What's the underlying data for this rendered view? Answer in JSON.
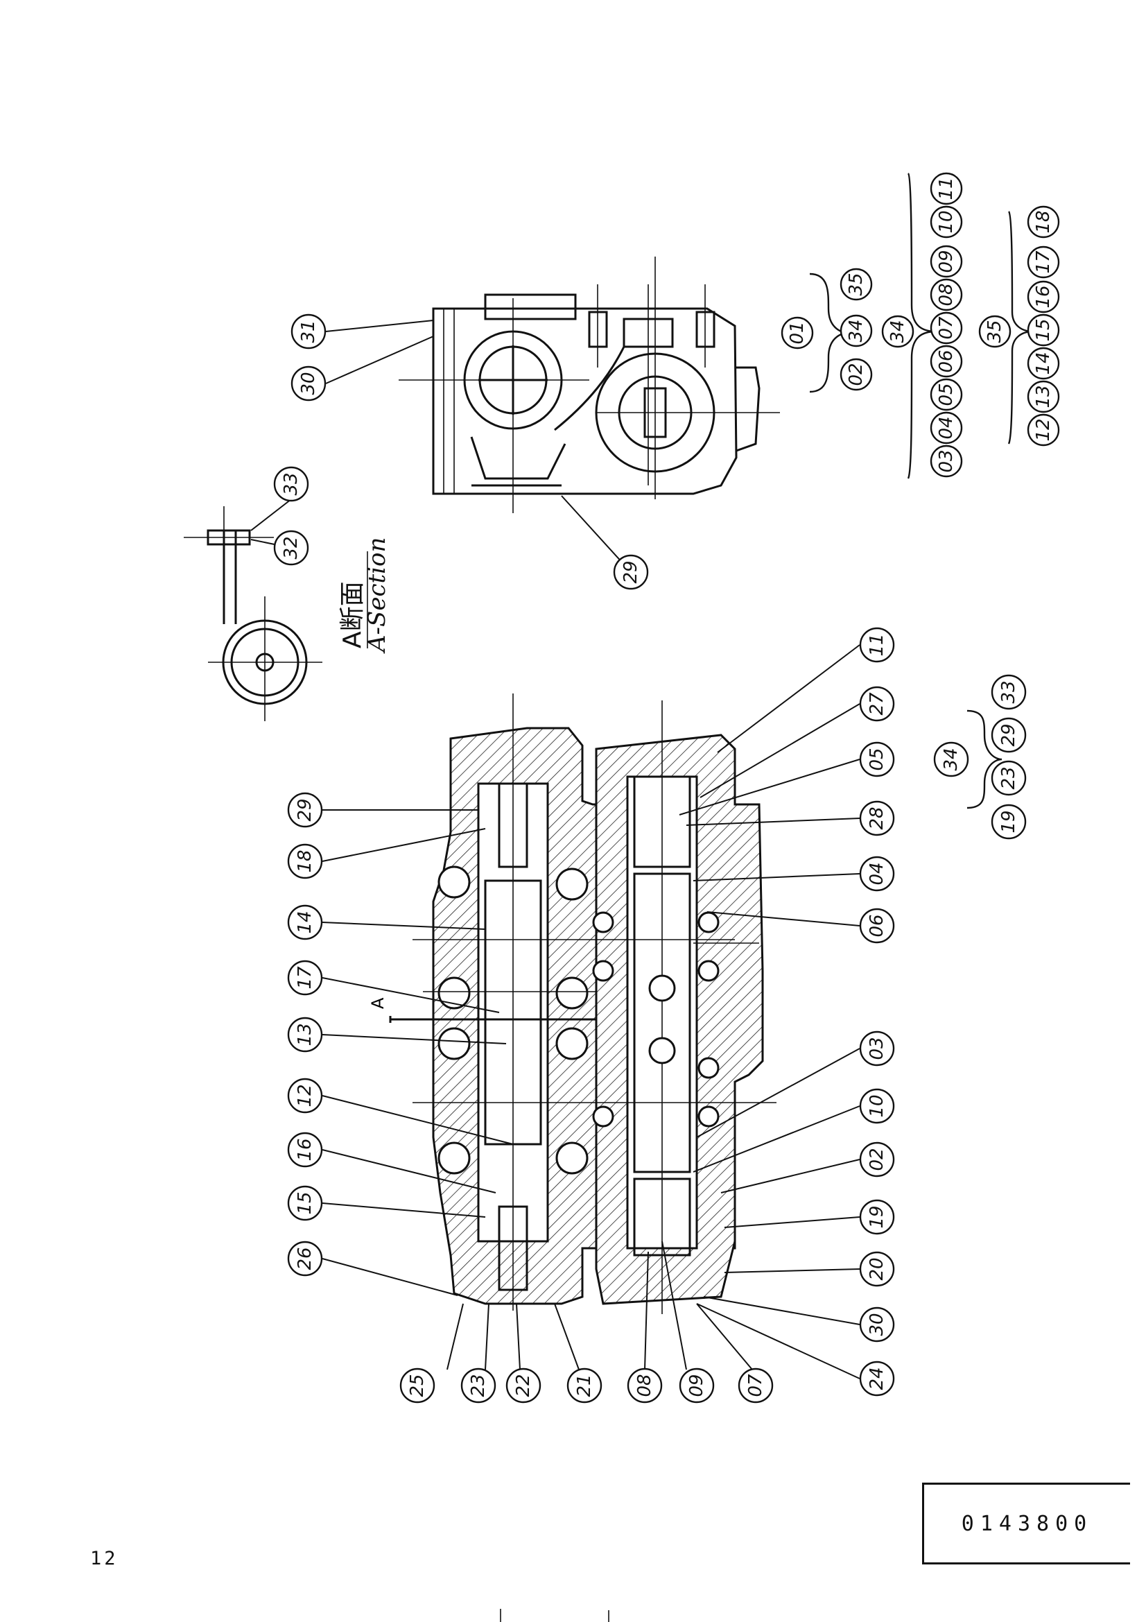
{
  "section_label": {
    "jp": "A断面",
    "en": "A-Section"
  },
  "section_mark": "A",
  "document_number": "0143800",
  "page_number": "12",
  "callouts": {
    "c31": "31",
    "c30a": "30",
    "c33": "33",
    "c32": "32",
    "c29a": "29",
    "c01": "01",
    "c02": "02",
    "c34a": "34",
    "c35a": "35",
    "c34b": "34",
    "c35b": "35",
    "g34_03": "03",
    "g34_04": "04",
    "g34_05": "05",
    "g34_06": "06",
    "g34_07": "07",
    "g34_08": "08",
    "g34_09": "09",
    "g34_10": "10",
    "g34_11": "11",
    "g35_12": "12",
    "g35_13": "13",
    "g35_14": "14",
    "g35_15": "15",
    "g35_16": "16",
    "g35_17": "17",
    "g35_18": "18",
    "l29": "29",
    "l18": "18",
    "l14": "14",
    "l17": "17",
    "l13": "13",
    "l12": "12",
    "l16": "16",
    "l15": "15",
    "l26": "26",
    "b25": "25",
    "b23": "23",
    "b22": "22",
    "b21": "21",
    "b08": "08",
    "b09": "09",
    "b07": "07",
    "r11": "11",
    "r27": "27",
    "r05": "05",
    "r28": "28",
    "r04": "04",
    "r06": "06",
    "r03": "03",
    "r10": "10",
    "r02": "02",
    "r19": "19",
    "r20": "20",
    "r30": "30",
    "r24": "24",
    "k34": "34",
    "k19": "19",
    "k23": "23",
    "k29": "29",
    "k33": "33"
  }
}
